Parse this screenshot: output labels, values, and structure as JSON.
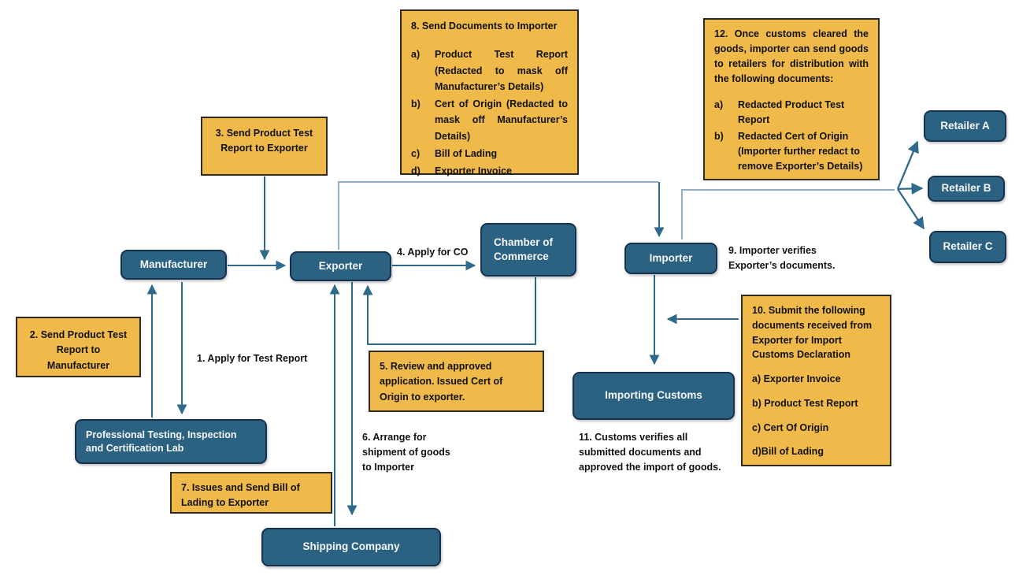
{
  "colors": {
    "background": "#FFFFFF",
    "node_fill": "#2B6181",
    "node_border": "#16324F",
    "node_text": "#F5F5F5",
    "note_fill": "#EFBA4A",
    "note_border": "#2E2A1F",
    "text": "#111111",
    "arrow": "#2E6A8C",
    "arrow_light": "#93AFC5"
  },
  "nodes": {
    "manufacturer": "Manufacturer",
    "exporter": "Exporter",
    "chamber": "Chamber of Commerce",
    "importer": "Importer",
    "importing_customs": "Importing Customs",
    "retailer_a": "Retailer A",
    "retailer_b": "Retailer B",
    "retailer_c": "Retailer C",
    "lab": "Professional Testing, Inspection and Certification Lab",
    "shipping": "Shipping Company"
  },
  "notes": {
    "box2": "2. Send Product Test Report to Manufacturer",
    "box3": "3. Send Product Test Report to Exporter",
    "box5": "5. Review and approved application. Issued Cert of Origin to exporter.",
    "box7": "7. Issues and Send Bill of Lading to Exporter",
    "box8": {
      "title": "8. Send Documents to Importer",
      "items": [
        {
          "m": "a)",
          "text": "Product Test Report (Redacted to mask off Manufacturer’s Details)"
        },
        {
          "m": "b)",
          "text": "Cert of Origin (Redacted to mask off Manufacturer’s Details)"
        },
        {
          "m": "c)",
          "text": "Bill of Lading"
        },
        {
          "m": "d)",
          "text": "Exporter Invoice"
        }
      ]
    },
    "box10": {
      "title": "10. Submit the following documents received from Exporter for Import Customs Declaration",
      "items": [
        "a) Exporter Invoice",
        "b) Product Test Report",
        "c) Cert Of Origin",
        "d)Bill of Lading"
      ]
    },
    "box12": {
      "title": "12. Once customs cleared the goods, importer can send goods to retailers for distribution with the following documents:",
      "items": [
        {
          "m": "a)",
          "text": "Redacted Product Test Report"
        },
        {
          "m": "b)",
          "text": "Redacted Cert of Origin (Importer further redact to remove Exporter’s Details)"
        }
      ]
    }
  },
  "labels": {
    "step1": "1. Apply for Test Report",
    "step4": "4. Apply for CO",
    "step6": "6. Arrange for shipment of goods to Importer",
    "step9": "9. Importer verifies Exporter’s documents.",
    "step11": "11. Customs verifies all submitted documents and approved the import of goods."
  }
}
